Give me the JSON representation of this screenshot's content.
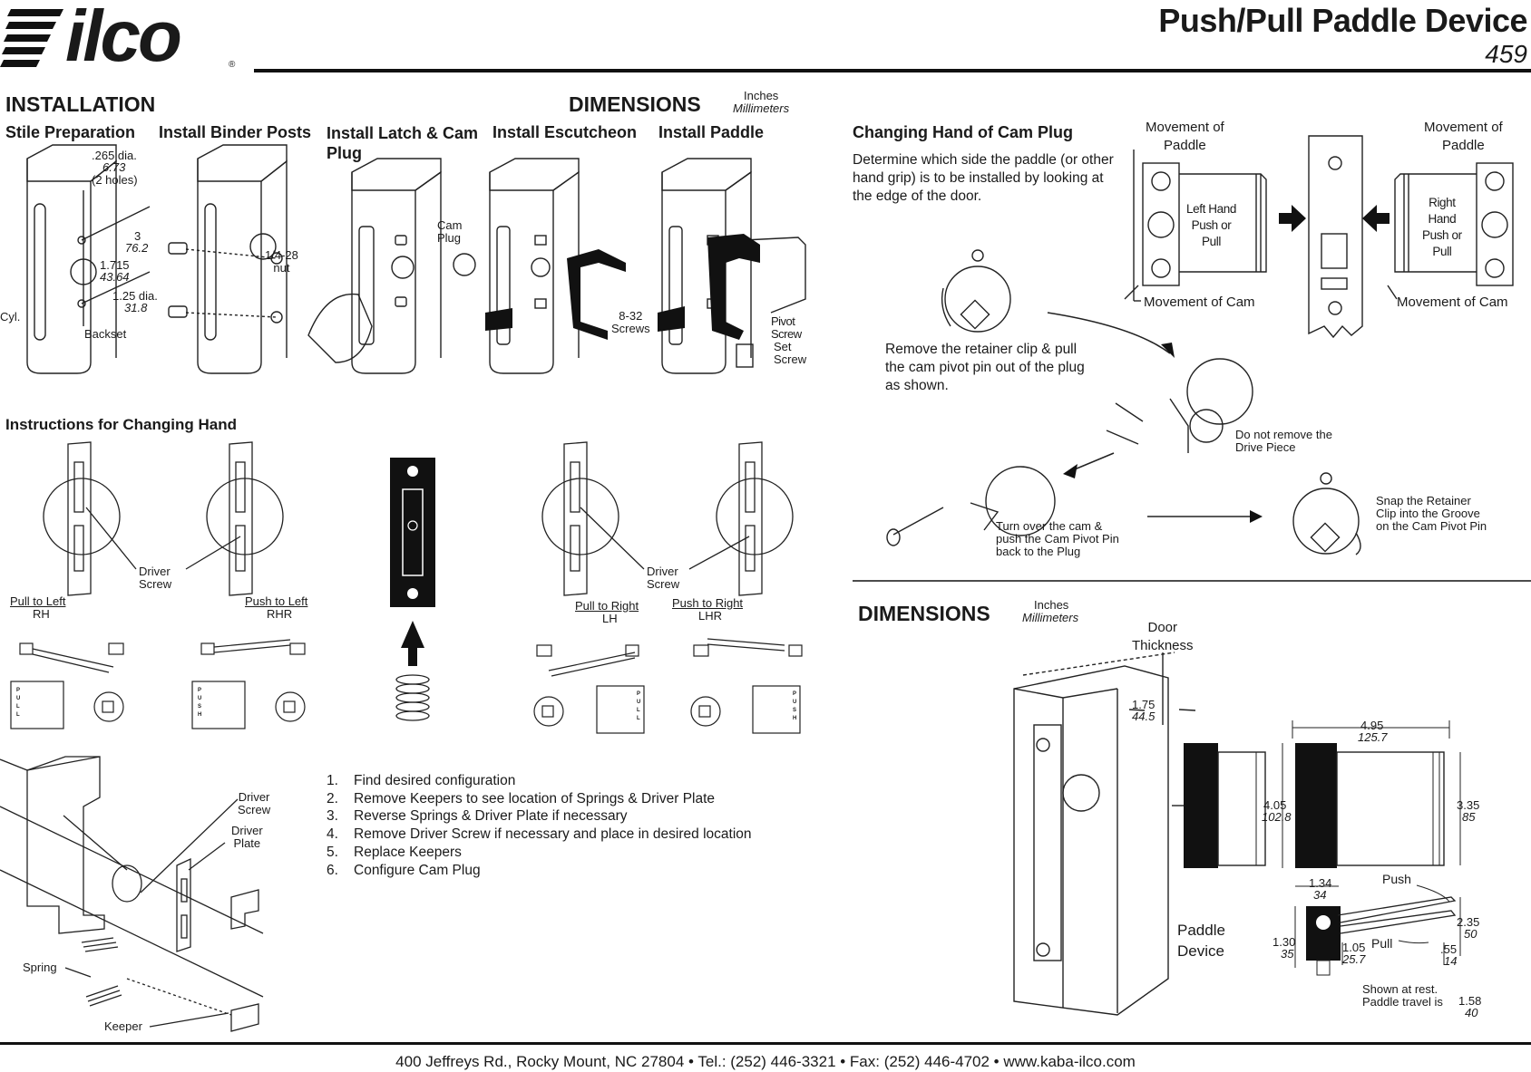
{
  "header": {
    "logo_text": "ilco",
    "registered_mark": "®",
    "title": "Push/Pull Paddle Device",
    "page_number": "459"
  },
  "installation": {
    "heading": "INSTALLATION",
    "steps": [
      {
        "title": "Stile Preparation"
      },
      {
        "title": "Install Binder Posts"
      },
      {
        "title": "Install Latch & Cam Plug"
      },
      {
        "title": "Install Escutcheon"
      },
      {
        "title": "Install Paddle"
      }
    ],
    "stile_labels": {
      "hole_dia_in": ".265 dia.",
      "hole_dia_mm": "6.73",
      "hole_count": "(2 holes)",
      "dim3_in": "3",
      "dim3_mm": "76.2",
      "dim1715_in": "1.715",
      "dim1715_mm": "43.64",
      "dia125_in": "1.25 dia.",
      "dia125_mm": "31.8",
      "cyl": "Cyl.",
      "backset": "Backset"
    },
    "binder_labels": {
      "nut": "1/4-28\nnut"
    },
    "latch_labels": {
      "cam_plug": "Cam\nPlug"
    },
    "escutcheon_labels": {
      "screws": "8-32\nScrews"
    },
    "paddle_labels": {
      "pivot_screw": "Pivot\nScrew",
      "set_screw": "Set\nScrew"
    }
  },
  "dimensions_top": {
    "heading": "DIMENSIONS",
    "units_in": "Inches",
    "units_mm": "Millimeters"
  },
  "changing_hand_instructions": {
    "heading": "Instructions for Changing Hand",
    "driver_screw": "Driver\nScrew",
    "configs": [
      {
        "name": "Pull to Left",
        "code": "RH"
      },
      {
        "name": "Push to Left",
        "code": "RHR"
      },
      {
        "name": "Pull to Right",
        "code": "LH"
      },
      {
        "name": "Push to Right",
        "code": "LHR"
      }
    ],
    "push_letters": "P\nU\nS\nH",
    "pull_letters": "P\nU\nL\nL",
    "exploded_labels": {
      "driver_screw": "Driver\nScrew",
      "driver_plate": "Driver\nPlate",
      "spring": "Spring",
      "keeper": "Keeper"
    },
    "steps": [
      {
        "num": "1.",
        "text": "Find desired configuration"
      },
      {
        "num": "2.",
        "text": "Remove Keepers to see location of Springs & Driver Plate"
      },
      {
        "num": "3.",
        "text": "Reverse Springs & Driver Plate if necessary"
      },
      {
        "num": "4.",
        "text": "Remove Driver Screw if necessary and place in desired location"
      },
      {
        "num": "5.",
        "text": "Replace Keepers"
      },
      {
        "num": "6.",
        "text": "Configure Cam Plug"
      }
    ]
  },
  "cam_plug": {
    "heading": "Changing Hand of Cam Plug",
    "intro": "Determine which side the paddle (or other\nhand grip) is to be installed by looking at\nthe edge of the door.",
    "movement_paddle": "Movement of\nPaddle",
    "movement_cam": "Movement of Cam",
    "left_hand": "Left Hand\nPush or\nPull",
    "right_hand": "Right\nHand\nPush or\nPull",
    "step_remove": "Remove the retainer clip & pull\nthe cam pivot pin out of the plug\nas shown.",
    "drive_piece": "Do not remove the\nDrive Piece",
    "turn_over": "Turn over the cam &\npush the Cam Pivot Pin\nback to the Plug",
    "snap": "Snap the Retainer\nClip into the Groove\non the Cam Pivot Pin"
  },
  "dimensions_bottom": {
    "heading": "DIMENSIONS",
    "units_in": "Inches",
    "units_mm": "Millimeters",
    "door_thickness": "Door\nThickness",
    "d175_in": "1.75",
    "d175_mm": "44.5",
    "d495_in": "4.95",
    "d495_mm": "125.7",
    "d405_in": "4.05",
    "d405_mm": "102.8",
    "d335_in": "3.35",
    "d335_mm": "85",
    "d134_in": "1.34",
    "d134_mm": "34",
    "d235_in": "2.35",
    "d235_mm": "50",
    "d130_in": "1.30",
    "d130_mm": "35",
    "d105_in": "1.05",
    "d105_mm": "25.7",
    "d055_in": ".55",
    "d055_mm": "14",
    "push": "Push",
    "pull": "Pull",
    "paddle_device": "Paddle\nDevice",
    "rest_note": "Shown at rest.\nPaddle travel is",
    "travel_in": "1.58",
    "travel_mm": "40"
  },
  "footer": {
    "address": "400 Jeffreys Rd., Rocky Mount, NC 27804 • Tel.: (252) 446-3321 • Fax: (252) 446-4702 • www.kaba-ilco.com"
  }
}
